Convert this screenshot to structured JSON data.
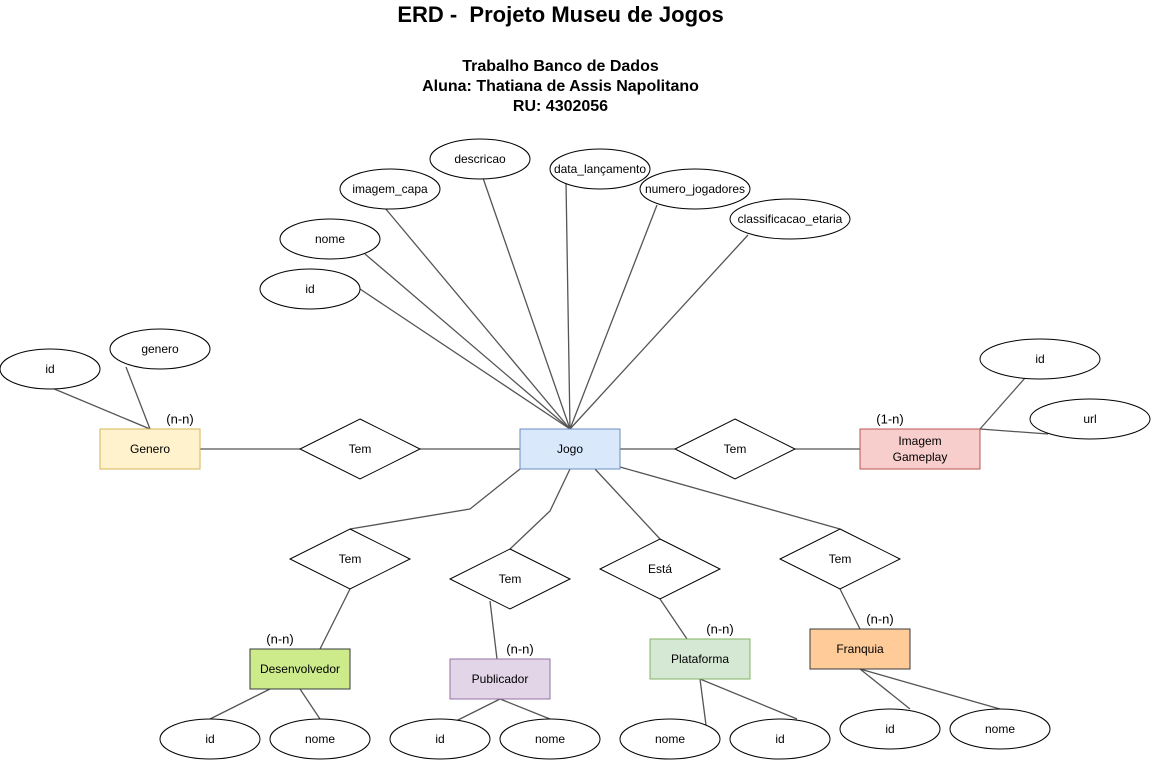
{
  "title": "ERD -  Projeto Museu de Jogos",
  "subtitle_lines": [
    "Trabalho Banco de Dados",
    "Aluna: Thatiana de Assis Napolitano",
    "RU: 4302056"
  ],
  "colors": {
    "line": "#555555",
    "jogo_fill": "#dae8fc",
    "jogo_stroke": "#6c8ebf",
    "genero_fill": "#fff2cc",
    "genero_stroke": "#d6b656",
    "imagem_fill": "#f8cecc",
    "imagem_stroke": "#b85450",
    "desenvolvedor_fill": "#cdeb8b",
    "desenvolvedor_stroke": "#36393d",
    "publicador_fill": "#e1d5e7",
    "publicador_stroke": "#9673a6",
    "plataforma_fill": "#d5e8d4",
    "plataforma_stroke": "#82b366",
    "franquia_fill": "#ffcc99",
    "franquia_stroke": "#36393d"
  },
  "entities": {
    "jogo": "Jogo",
    "genero": "Genero",
    "imagem_gameplay": [
      "Imagem",
      "Gameplay"
    ],
    "desenvolvedor": "Desenvolvedor",
    "publicador": "Publicador",
    "plataforma": "Plataforma",
    "franquia": "Franquia"
  },
  "relationships": {
    "jogo_genero": "Tem",
    "jogo_imagem": "Tem",
    "jogo_desenvolvedor": "Tem",
    "jogo_publicador": "Tem",
    "jogo_plataforma": "Está",
    "jogo_franquia": "Tem"
  },
  "cardinalities": {
    "genero": "(n-n)",
    "imagem_gameplay": "(1-n)",
    "desenvolvedor": "(n-n)",
    "publicador": "(n-n)",
    "plataforma": "(n-n)",
    "franquia": "(n-n)"
  },
  "attributes": {
    "jogo": [
      "id",
      "nome",
      "imagem_capa",
      "descricao",
      "data_lançamento",
      "numero_jogadores",
      "classificacao_etaria"
    ],
    "genero": [
      "id",
      "genero"
    ],
    "imagem_gameplay": [
      "id",
      "url"
    ],
    "desenvolvedor": [
      "id",
      "nome"
    ],
    "publicador": [
      "id",
      "nome"
    ],
    "plataforma": [
      "nome",
      "id"
    ],
    "franquia": [
      "id",
      "nome"
    ]
  }
}
